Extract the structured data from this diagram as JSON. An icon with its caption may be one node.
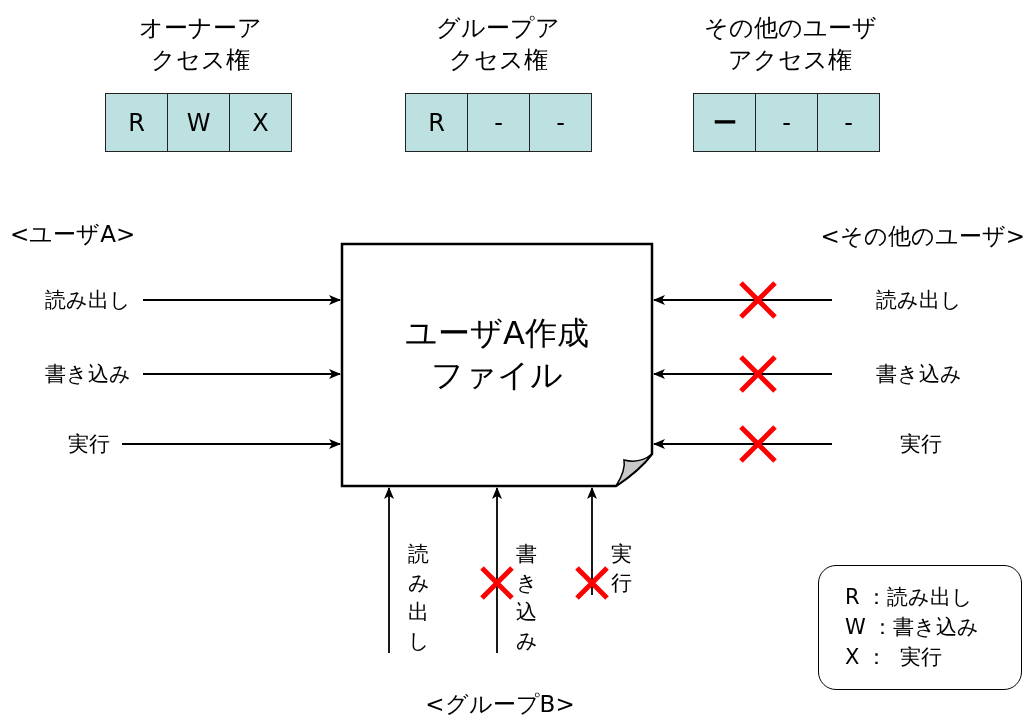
{
  "diagram": {
    "nodes": [
      {
        "text": [
          "R"
        ]
      },
      {
        "text": [
          "W"
        ]
      },
      {
        "text": [
          "X"
        ]
      },
      {
        "text": [
          "R"
        ]
      },
      {
        "text": [
          "-"
        ]
      },
      {
        "text": [
          "-"
        ]
      },
      {
        "text": [
          "ー"
        ]
      },
      {
        "text": [
          "-"
        ]
      },
      {
        "text": [
          "-"
        ]
      },
      {
        "text": [
          "読み出し"
        ]
      },
      {
        "text": [
          "書き込み"
        ]
      },
      {
        "text": [
          "実行"
        ]
      },
      {
        "text": [
          "ユーザA作成ファイル"
        ]
      },
      {
        "text": [
          "読み出し"
        ]
      },
      {
        "text": [
          "書き込み"
        ]
      },
      {
        "text": [
          "実行"
        ]
      },
      {
        "text": [
          "読み出し"
        ]
      },
      {
        "text": [
          "書き込み"
        ]
      },
      {
        "text": [
          "実行"
        ]
      },
      {
        "text": [
          "R ：読み出し",
          "W ：書き込み",
          "X ：  実行"
        ]
      }
    ],
    "edges": [
      {
        "from": 9,
        "to": 12,
        "arrow": "to"
      },
      {
        "from": 10,
        "to": 12,
        "arrow": "to"
      },
      {
        "from": 11,
        "to": 12,
        "arrow": "to"
      },
      {
        "from": 13,
        "to": 12,
        "arrow": "to"
      },
      {
        "from": 14,
        "to": 12,
        "arrow": "to"
      },
      {
        "from": 15,
        "to": 12,
        "arrow": "to"
      },
      {
        "from": 16,
        "to": 12,
        "arrow": "to"
      },
      {
        "from": 17,
        "to": 12,
        "arrow": "to"
      },
      {
        "from": 18,
        "to": 12,
        "arrow": "to"
      }
    ],
    "labels": [
      "オーナーアクセス権",
      "グループアクセス権",
      "その他のユーザアクセス権",
      "<ユーザA>",
      "<その他のユーザ>",
      "<グループB>"
    ]
  }
}
